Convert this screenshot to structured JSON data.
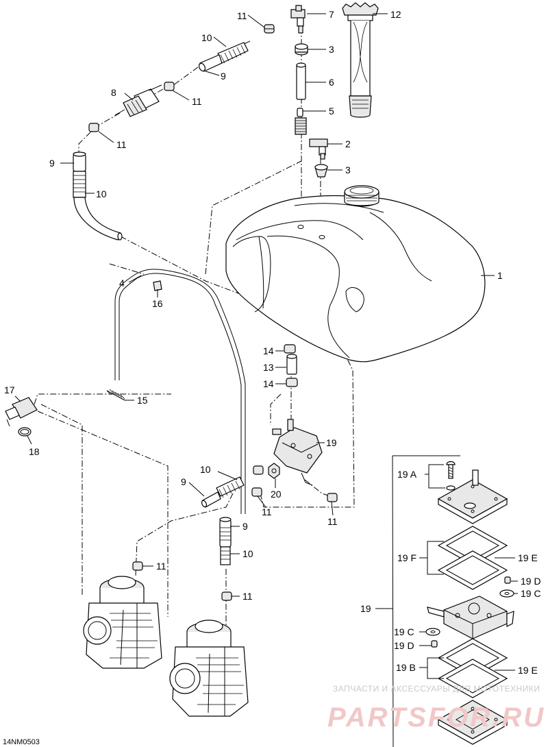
{
  "diagram_code": "14NM0503",
  "watermark": {
    "line1": "ЗАПЧАСТИ И АКСЕССУАРЫ ДЛЯ МОТОТЕХНИКИ",
    "line2": "PARTSFOR.RU"
  },
  "callouts": {
    "p1": "1",
    "p2": "2",
    "p3a": "3",
    "p3b": "3",
    "p4": "4",
    "p5": "5",
    "p6": "6",
    "p7": "7",
    "p8": "8",
    "p9a": "9",
    "p9b": "9",
    "p9c": "9",
    "p9d": "9",
    "p10a": "10",
    "p10b": "10",
    "p10c": "10",
    "p10d": "10",
    "p11a": "11",
    "p11b": "11",
    "p11c": "11",
    "p11d": "11",
    "p11e": "11",
    "p11f": "11",
    "p11g": "11",
    "p12": "12",
    "p13": "13",
    "p14a": "14",
    "p14b": "14",
    "p15": "15",
    "p16": "16",
    "p17": "17",
    "p18": "18",
    "p19": "19",
    "p19main": "19",
    "p20": "20"
  },
  "detail_callouts": {
    "a": "19 A",
    "f": "19 F",
    "e1": "19 E",
    "d1": "19 D",
    "c1": "19 C",
    "c2": "19 C",
    "d2": "19 D",
    "b": "19 B",
    "e2": "19 E"
  }
}
